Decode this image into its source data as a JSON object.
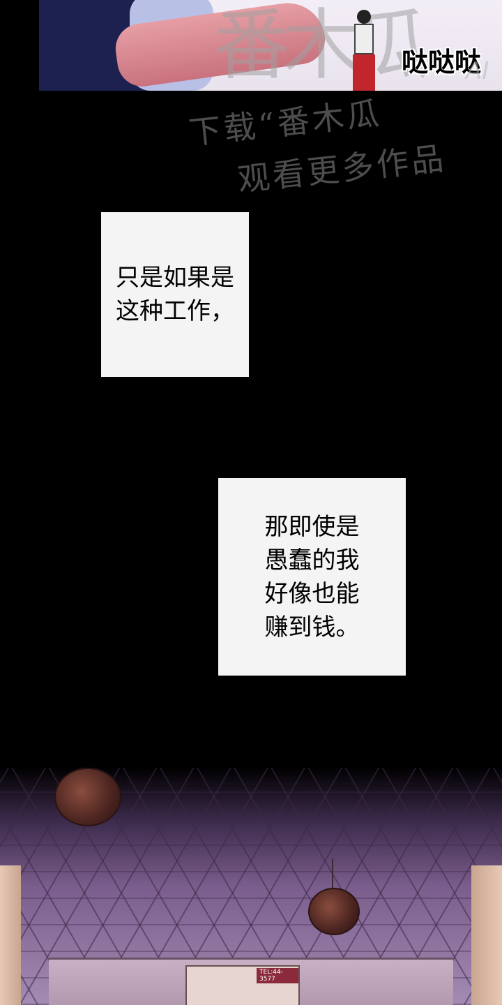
{
  "panel_top": {
    "sfx": "哒哒哒",
    "watermark_brand": "番木瓜",
    "watermark_ai": "AI"
  },
  "watermark": {
    "line1": "下载“番木瓜",
    "line2": "观看更多作品"
  },
  "captions": [
    {
      "lines": [
        "只是如果是",
        "这种工作，"
      ]
    },
    {
      "lines": [
        "那即使是",
        "愚蠢的我",
        "好像也能",
        "赚到钱。"
      ]
    }
  ],
  "panel_bottom": {
    "shop_sign": "TEL:44-3577"
  }
}
